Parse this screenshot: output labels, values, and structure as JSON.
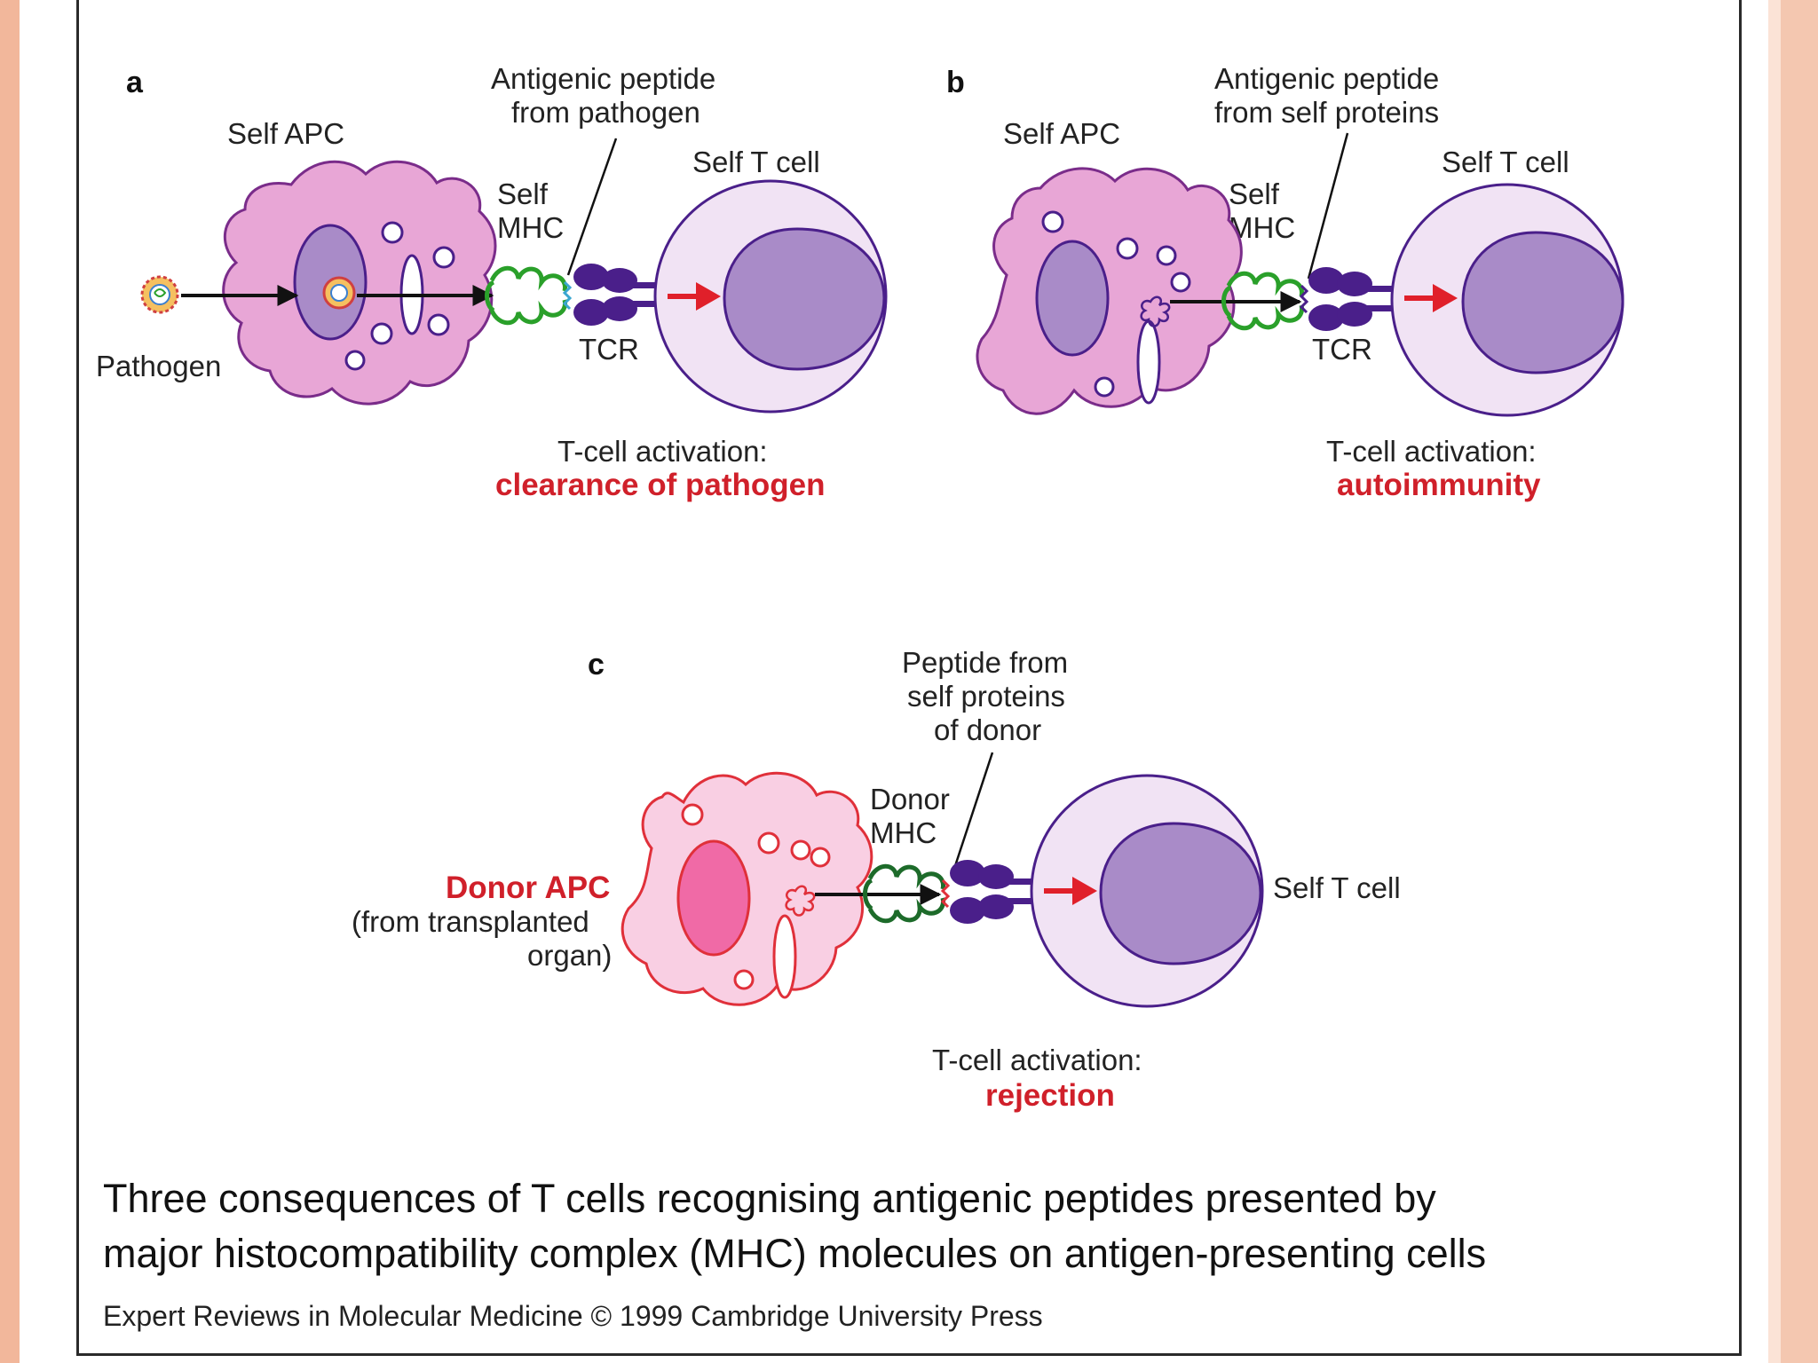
{
  "colors": {
    "self_apc_fill": "#e8a6d6",
    "self_apc_stroke": "#7a2c8a",
    "donor_apc_fill": "#f9cfe3",
    "donor_apc_stroke": "#e0303a",
    "tcell_outer_fill": "#f1e3f4",
    "tcell_inner_fill": "#a98bc8",
    "tcell_stroke": "#4a1f8a",
    "mhc_self": "#2aa02a",
    "mhc_donor": "#1d6b2a",
    "tcr": "#4a1f8a",
    "activation_arrow": "#e0202a",
    "accent_text": "#d0202a"
  },
  "panel_a": {
    "letter": "a",
    "self_apc": "Self APC",
    "peptide_line1": "Antigenic peptide",
    "peptide_line2": "from pathogen",
    "mhc_line1": "Self",
    "mhc_line2": "MHC",
    "tcell": "Self T cell",
    "tcr": "TCR",
    "pathogen": "Pathogen",
    "activation": "T-cell activation:",
    "outcome": "clearance of pathogen"
  },
  "panel_b": {
    "letter": "b",
    "self_apc": "Self APC",
    "peptide_line1": "Antigenic peptide",
    "peptide_line2": "from self proteins",
    "mhc_line1": "Self",
    "mhc_line2": "MHC",
    "tcell": "Self T cell",
    "tcr": "TCR",
    "activation": "T-cell activation:",
    "outcome": "autoimmunity"
  },
  "panel_c": {
    "letter": "c",
    "peptide_line1": "Peptide from",
    "peptide_line2": "self proteins",
    "peptide_line3": "of donor",
    "mhc_line1": "Donor",
    "mhc_line2": "MHC",
    "donor_apc": "Donor APC",
    "donor_note_line1": "(from transplanted",
    "donor_note_line2": "organ)",
    "tcell": "Self T cell",
    "activation": "T-cell activation:",
    "outcome": "rejection"
  },
  "caption": {
    "line1": "Three consequences of T cells recognising antigenic peptides presented by",
    "line2": "major histocompatibility complex (MHC) molecules on antigen-presenting cells"
  },
  "credit": "Expert Reviews in Molecular Medicine © 1999 Cambridge University Press"
}
